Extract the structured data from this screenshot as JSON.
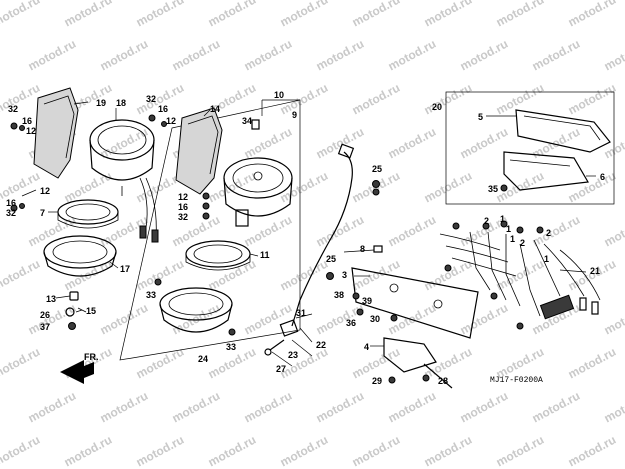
{
  "diagram": {
    "diagram_code": "MJ17-F0200A",
    "direction_label": "FR.",
    "watermark_text": "motod.ru",
    "callouts": {
      "c1": "1",
      "c2": "2",
      "c3": "3",
      "c4": "4",
      "c5": "5",
      "c6": "6",
      "c7": "7",
      "c8": "8",
      "c9": "9",
      "c10": "10",
      "c11": "11",
      "c12": "12",
      "c13": "13",
      "c14": "14",
      "c15": "15",
      "c16": "16",
      "c17": "17",
      "c18": "18",
      "c19": "19",
      "c20": "20",
      "c21": "21",
      "c22": "22",
      "c23": "23",
      "c24": "24",
      "c25": "25",
      "c26": "26",
      "c27": "27",
      "c28": "28",
      "c29": "29",
      "c30": "30",
      "c31": "31",
      "c32": "32",
      "c33": "33",
      "c34": "34",
      "c35": "35",
      "c36": "36",
      "c37": "37",
      "c38": "38",
      "c39": "39"
    }
  }
}
